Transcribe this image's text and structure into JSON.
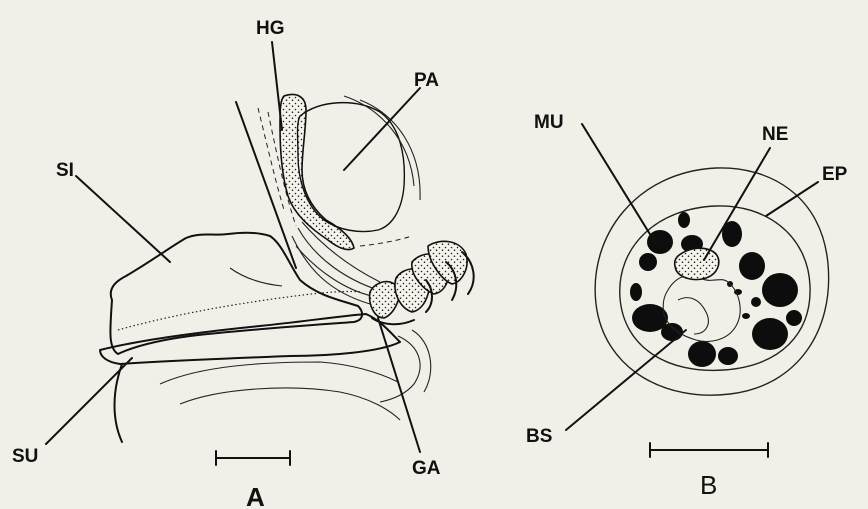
{
  "labels": {
    "hg": "HG",
    "pa": "PA",
    "si": "SI",
    "su": "SU",
    "ga": "GA",
    "mu": "MU",
    "ne": "NE",
    "ep": "EP",
    "bs": "BS"
  },
  "panels": {
    "a": "A",
    "b": "B"
  }
}
